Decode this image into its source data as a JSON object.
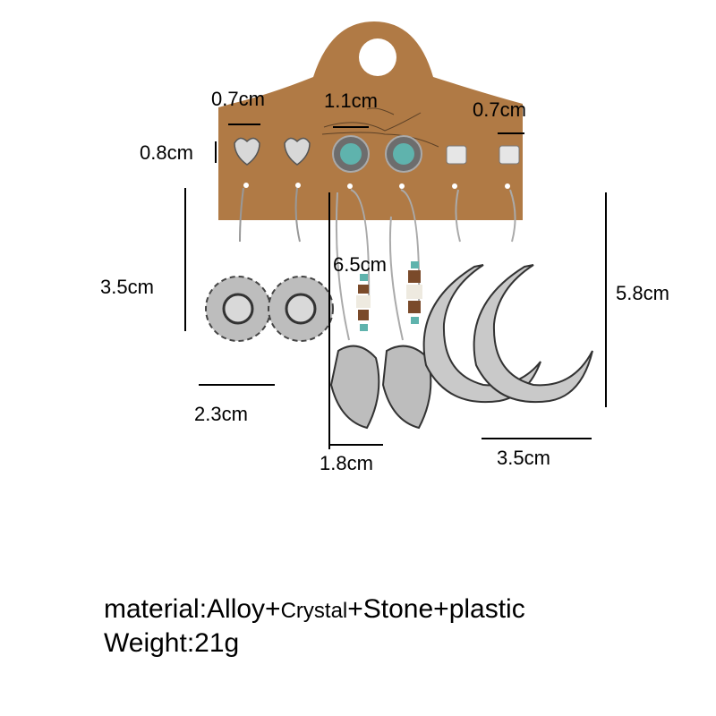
{
  "product": {
    "card_color": "#b07a45",
    "metal_color": "#c9c9c9",
    "stone_color": "#5fb3ad"
  },
  "dimensions": {
    "heart_stud_width": "0.7cm",
    "stud_height": "0.8cm",
    "turquoise_stud_width": "1.1cm",
    "crystal_stud_width": "0.7cm",
    "sun_height": "3.5cm",
    "sun_width": "2.3cm",
    "leaf_height": "6.5cm",
    "leaf_width": "1.8cm",
    "moon_height": "5.8cm",
    "moon_width": "3.5cm"
  },
  "caption": {
    "material_prefix": "material:Alloy+",
    "material_crystal": "Crystal",
    "material_suffix": "+Stone+plastic",
    "weight": "Weight:21g"
  }
}
